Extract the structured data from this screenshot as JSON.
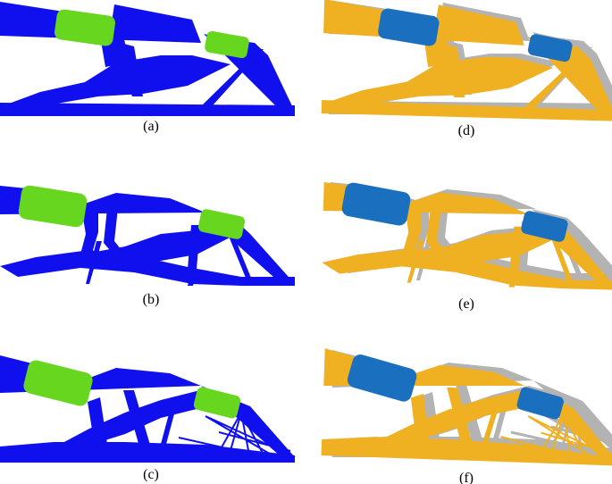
{
  "colors": {
    "left_structure": "#1010ee",
    "left_actuator": "#66d61e",
    "right_structure": "#efb021",
    "right_actuator": "#1b6fbf",
    "ghost": "#b3b3b3"
  },
  "panels": [
    {
      "id": "a",
      "caption": "(a)"
    },
    {
      "id": "b",
      "caption": "(b)"
    },
    {
      "id": "c",
      "caption": "(c)"
    },
    {
      "id": "d",
      "caption": "(d)"
    },
    {
      "id": "e",
      "caption": "(e)"
    },
    {
      "id": "f",
      "caption": "(f)"
    }
  ]
}
